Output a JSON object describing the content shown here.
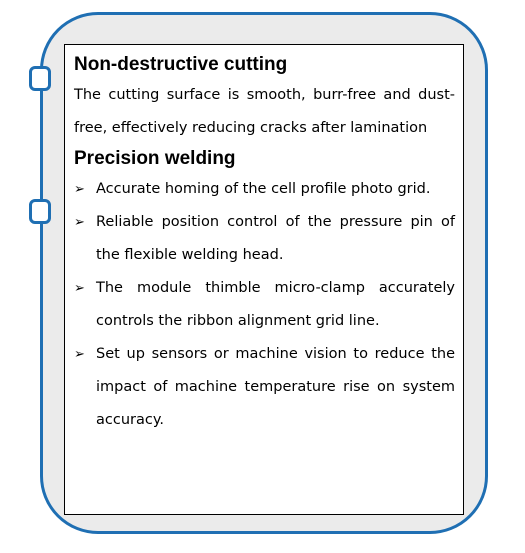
{
  "sections": [
    {
      "title": "Non-destructive cutting",
      "text": "The cutting surface is smooth, burr-free and dust-free, effectively reducing cracks after lamination"
    },
    {
      "title": "Precision welding",
      "bullets": [
        "Accurate homing of the cell profile photo grid.",
        "Reliable position control of the pressure pin of the flexible welding head.",
        "The module thimble micro-clamp accurately controls the ribbon alignment grid line.",
        "Set up sensors or machine vision to reduce the impact of machine temperature rise on system accuracy."
      ]
    }
  ],
  "icons": {
    "bullet": "arrowhead-icon",
    "bullet_glyph": "➢"
  },
  "colors": {
    "frame_border": "#1f6fb3",
    "frame_fill": "#ebebeb",
    "content_bg": "#ffffff",
    "text": "#000000"
  }
}
